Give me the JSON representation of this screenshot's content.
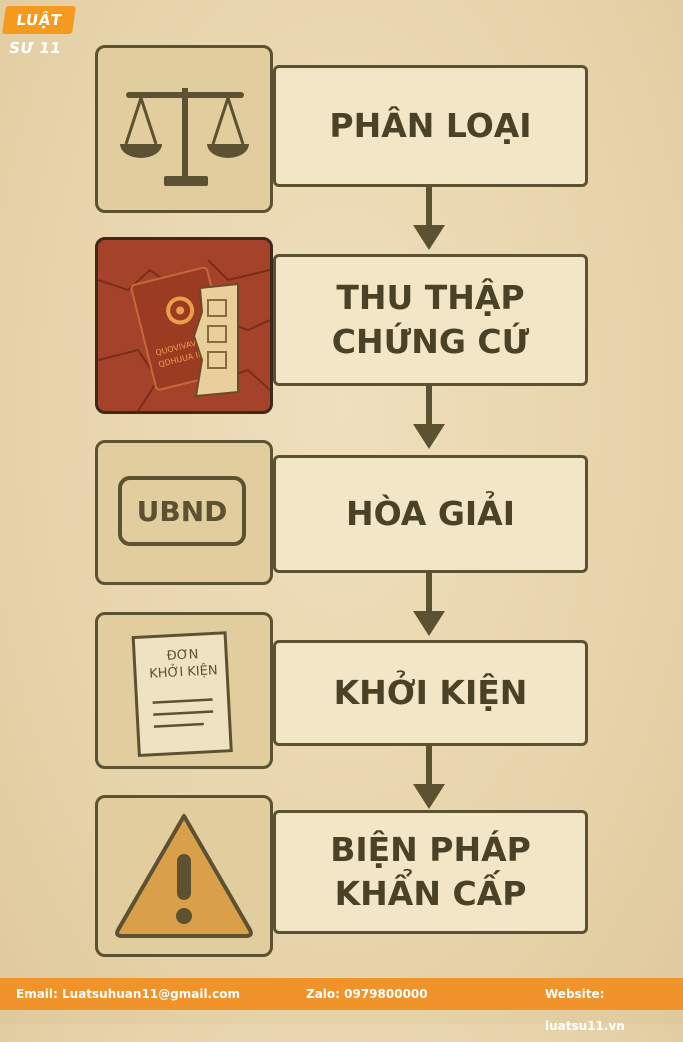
{
  "logo": {
    "text": "LUẬT SƯ 11"
  },
  "steps": [
    {
      "label": "PHÂN LOẠI",
      "icon": "scales-icon"
    },
    {
      "label": "THU THẬP\nCHỨNG CỨ",
      "icon": "torn-document-icon",
      "document_text": [
        "QUOVIVAVA",
        "QDHUUA II"
      ]
    },
    {
      "label": "HÒA GIẢI",
      "icon": "ubnd-badge",
      "badge_text": "UBND"
    },
    {
      "label": "KHỞI KIỆN",
      "icon": "petition-document-icon",
      "document_text": "ĐƠN\nKHỞI KIỆN"
    },
    {
      "label": "BIỆN PHÁP\nKHẨN CẤP",
      "icon": "warning-triangle-icon"
    }
  ],
  "footer": {
    "email": "Email: Luatsuhuan11@gmail.com",
    "zalo": "Zalo: 0979800000",
    "website": "Website: luatsu11.vn"
  },
  "colors": {
    "background": "#e8d6b0",
    "box_border": "#5c5130",
    "label_fill": "#f3e6c6",
    "icon_fill": "#e2cd9f",
    "step2_fill": "#a4422a",
    "warning_fill": "#d9a049",
    "footer": "#f0932b"
  }
}
